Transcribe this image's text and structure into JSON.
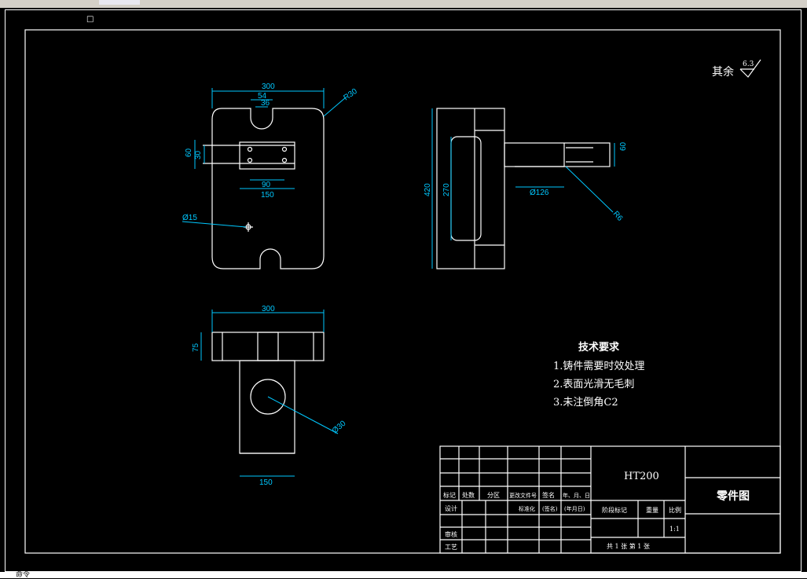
{
  "window": {
    "origin_marker": "□",
    "bottom_text": "命令"
  },
  "roughness": {
    "label": "其余",
    "value": "6.3"
  },
  "front_view": {
    "dim_width": "300",
    "dim_slot_outer": "54",
    "dim_slot_inner": "36",
    "dim_radius": "R30",
    "dim_height_60": "60",
    "dim_height_30": "30",
    "dim_90": "90",
    "dim_150": "150",
    "dim_hole": "Ø15"
  },
  "side_view": {
    "dim_420": "420",
    "dim_270": "270",
    "dim_126": "Ø126",
    "dim_60": "60",
    "dim_r6": "R6"
  },
  "top_view": {
    "dim_300": "300",
    "dim_75": "75",
    "dim_150": "150",
    "dim_phi30": "Ø30"
  },
  "tech_requirements": {
    "title": "技术要求",
    "items": [
      "1.铸件需要时效处理",
      "2.表面光滑无毛刺",
      "3.未注倒角C2"
    ]
  },
  "title_block": {
    "material": "HT200",
    "drawing_name": "零件图",
    "row_labels": [
      "标记",
      "处数",
      "分区",
      "更改文件号",
      "签名",
      "年、月、日"
    ],
    "design": "设计",
    "standardization": "标准化",
    "signature": "(签名)",
    "date": "(年月日)",
    "stage_mark": "阶段标记",
    "weight": "重量",
    "scale_label": "比例",
    "scale_value": "1:1",
    "review": "审核",
    "process": "工艺",
    "sheets": "共  1  张  第  1  张"
  }
}
